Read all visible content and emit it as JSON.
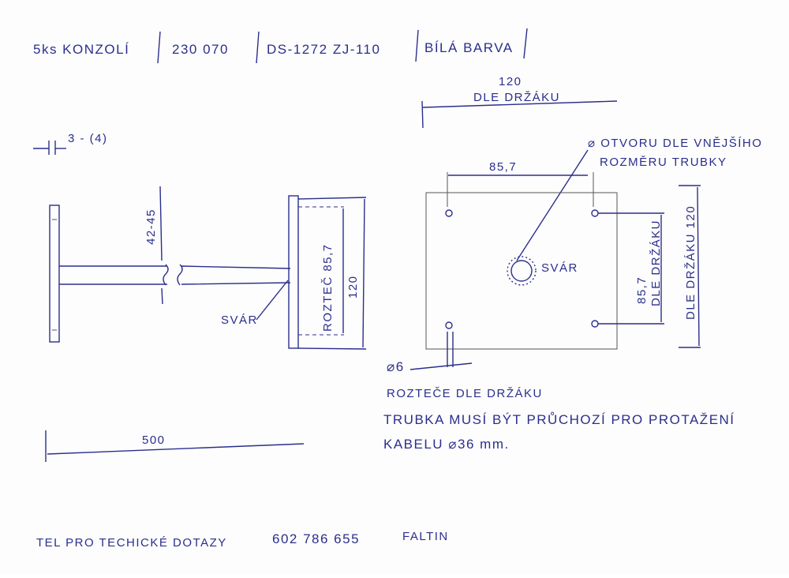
{
  "header": {
    "quantity": "5ks KONZOLÍ",
    "code": "230 070",
    "model": "DS-1272 ZJ-110",
    "color": "BÍLÁ BARVA"
  },
  "side_view": {
    "plate_thickness": "3 - (4)",
    "tube_diameter": "42-45",
    "weld_label": "SVÁR",
    "hole_spacing": "ROZTEČ 85,7",
    "plate_height": "120",
    "length": "500"
  },
  "plate_view": {
    "width": "120",
    "width_note": "DLE DRŽÁKU",
    "hole_note_line1": "⌀ OTVORU DLE VNĚJŠÍHO",
    "hole_note_line2": "ROZMĚRU TRUBKY",
    "hole_spacing_h": "85,7",
    "weld_label": "SVÁR",
    "hole_spacing_v": "85,7",
    "hole_spacing_v_note": "DLE DRŽÁKU",
    "height_note": "DLE DRŽÁKU 120",
    "hole_diameter": "⌀6"
  },
  "notes": {
    "line1": "ROZTEČE DLE DRŽÁKU",
    "line2": "TRUBKA MUSÍ BÝT PRŮCHOZÍ PRO PROTAŽENÍ",
    "line3": "KABELU ⌀36 mm."
  },
  "footer": {
    "label": "TEL PRO TECHICKÉ DOTAZY",
    "phone": "602 786 655",
    "name": "FALTIN"
  },
  "colors": {
    "ink": "#2b2f8c",
    "paper": "#fdfdfd"
  }
}
